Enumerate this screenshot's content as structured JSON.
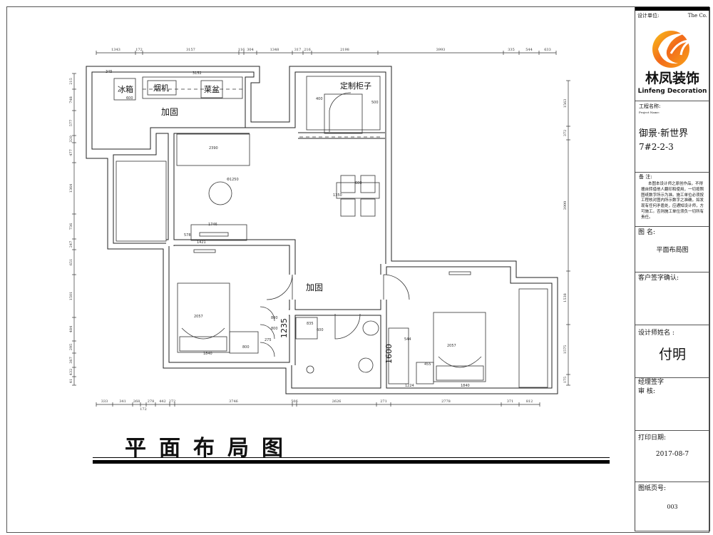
{
  "plan": {
    "rooms": {
      "fridge": "冰箱",
      "hood": "烟机",
      "sink": "菜盆",
      "custom_cabinet": "定制柜子",
      "reinforce_1": "加固",
      "reinforce_2": "加固",
      "dim_1235": "1235",
      "dim_1600": "1600"
    },
    "dims_top": [
      "1343",
      "172",
      "3157",
      "116",
      "304",
      "1348",
      "317",
      "216",
      "2198",
      "3993",
      "335",
      "544",
      "633"
    ],
    "dims_bottom": [
      "333",
      "341",
      "268",
      "172",
      "278",
      "442",
      "272",
      "3746",
      "506",
      "2626",
      "271",
      "2778",
      "371",
      "812"
    ],
    "dims_left": [
      "215",
      "748",
      "577",
      "320",
      "477",
      "1364",
      "736",
      "247",
      "651",
      "1501",
      "484",
      "295",
      "367",
      "432",
      "41"
    ],
    "dims_right": [
      "1563",
      "372",
      "3999",
      "1538",
      "1575",
      "175"
    ],
    "dims_inner": [
      "345",
      "3152",
      "600",
      "400",
      "500",
      "2390",
      "Φ1250",
      "1746",
      "578",
      "1421",
      "800",
      "2057",
      "1840",
      "800",
      "275",
      "835",
      "600",
      "544",
      "455",
      "1224",
      "1840",
      "2057",
      "600",
      "1350",
      "800"
    ]
  },
  "title": "平面布局图",
  "title_block": {
    "design_unit_label": "设计单位:",
    "company_en_abbr": "The Co.",
    "logo_cn": "林凤装饰",
    "logo_en": "Linfeng Decoration",
    "project_label": "工程名称:",
    "project_label_en": "Project Name:",
    "project_name": "御景·新世界",
    "project_unit": "7#2-2-3",
    "remarks_label": "备  注:",
    "remarks_text": "本图本设计师之原创作品，不得擅自转借他人翻印和使用，一切按照图纸数字所示为准。施工单位必须按工程核对图内所示数字之准确，如发现有任何矛盾处，应通知设计师，方可施工。否则施工单位须负一切所有责任。",
    "drawing_name_label": "图  名:",
    "drawing_name": "平面布局图",
    "client_sign_label": "客户签字确认:",
    "designer_label": "设计师姓名 :",
    "designer_name": "付明",
    "manager_label": "经理签字",
    "review_label": "审    核:",
    "print_date_label": "打印日期:",
    "print_date": "2017-08-7",
    "sheet_no_label": "图纸页号:",
    "sheet_no": "003",
    "logo_colors": [
      "#f26a1b",
      "#f9c31a"
    ]
  }
}
